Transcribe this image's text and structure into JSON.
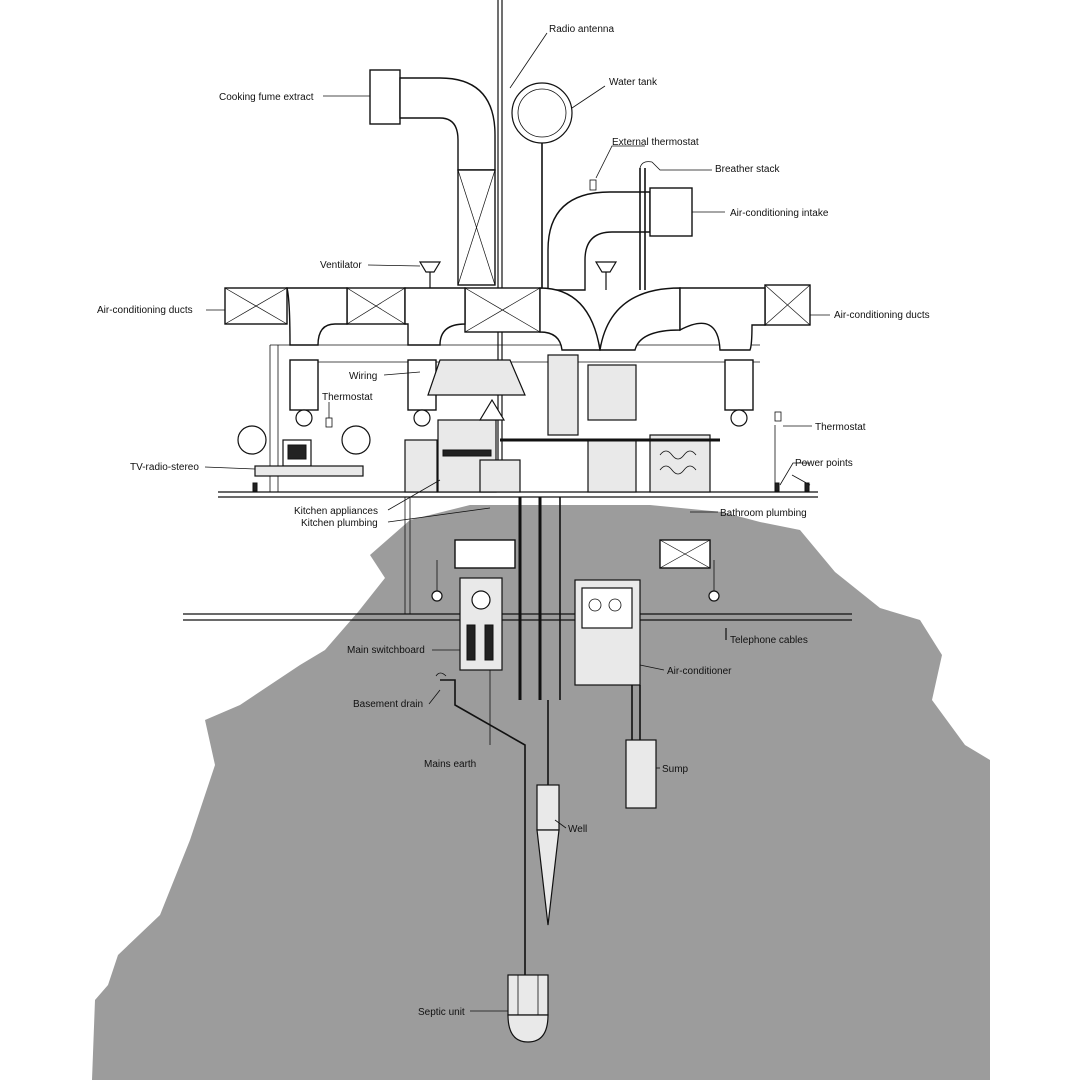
{
  "labels": {
    "radio_antenna": "Radio antenna",
    "water_tank": "Water tank",
    "cooking_fume_extract": "Cooking fume extract",
    "external_thermostat": "External thermostat",
    "breather_stack": "Breather stack",
    "air_conditioning_intake": "Air-conditioning intake",
    "ventilator": "Ventilator",
    "air_conditioning_ducts_left": "Air-conditioning ducts",
    "air_conditioning_ducts_right": "Air-conditioning ducts",
    "wiring": "Wiring",
    "thermostat_left": "Thermostat",
    "thermostat_right": "Thermostat",
    "tv_radio_stereo": "TV-radio-stereo",
    "power_points": "Power points",
    "kitchen_appliances": "Kitchen appliances",
    "kitchen_plumbing": "Kitchen plumbing",
    "bathroom_plumbing": "Bathroom plumbing",
    "telephone_cables": "Telephone cables",
    "main_switchboard": "Main switchboard",
    "air_conditioner": "Air-conditioner",
    "basement_drain": "Basement drain",
    "mains_earth": "Mains earth",
    "sump": "Sump",
    "well": "Well",
    "septic_unit": "Septic unit"
  },
  "colors": {
    "line": "#111111",
    "ground": "#9c9c9c",
    "background": "#ffffff",
    "equipment_fill": "#e9e9e9"
  }
}
